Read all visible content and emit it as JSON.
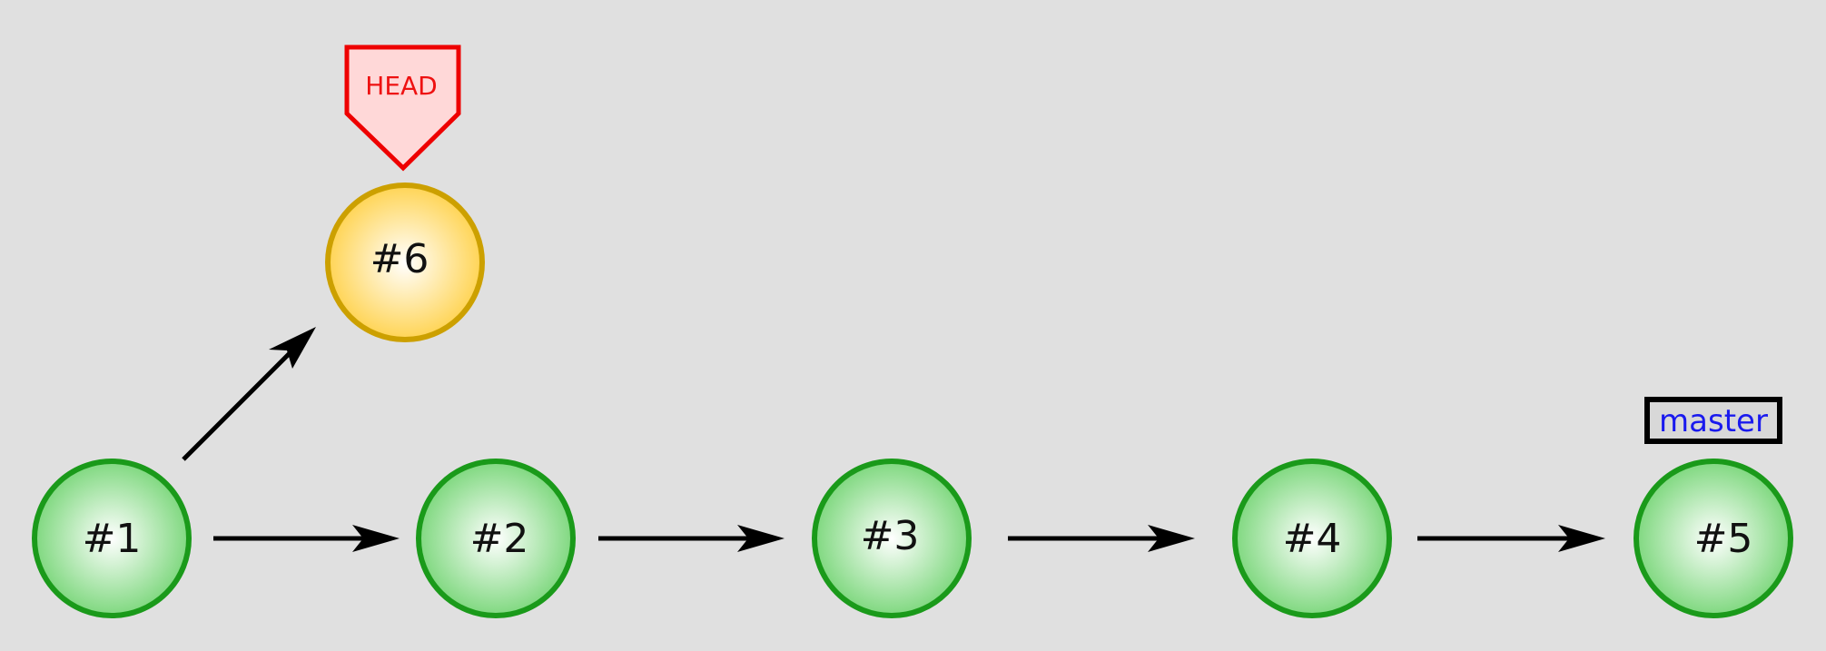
{
  "commits": [
    {
      "id": "c1",
      "label": "#1",
      "state": "committed"
    },
    {
      "id": "c2",
      "label": "#2",
      "state": "committed"
    },
    {
      "id": "c3",
      "label": "#3",
      "state": "committed"
    },
    {
      "id": "c4",
      "label": "#4",
      "state": "committed"
    },
    {
      "id": "c5",
      "label": "#5",
      "state": "committed"
    },
    {
      "id": "c6",
      "label": "#6",
      "state": "head"
    }
  ],
  "edges": [
    {
      "from": "c1",
      "to": "c2"
    },
    {
      "from": "c2",
      "to": "c3"
    },
    {
      "from": "c3",
      "to": "c4"
    },
    {
      "from": "c4",
      "to": "c5"
    },
    {
      "from": "c1",
      "to": "c6"
    }
  ],
  "head_marker": {
    "label": "HEAD",
    "points_to": "c6"
  },
  "branch": {
    "label": "master",
    "points_to": "c5"
  },
  "colors": {
    "background": "#e0e0e0",
    "commit_fill": "#7fd87f",
    "commit_stroke": "#1a9a1a",
    "head_commit_fill": "#ffd454",
    "head_commit_stroke": "#cca000",
    "head_marker_fill": "#ffd8d8",
    "head_marker_stroke": "#ee0000",
    "branch_label_fill": "#d8d8d8",
    "branch_label_stroke": "#000000",
    "branch_text": "#1a1aee",
    "arrow": "#000000"
  }
}
